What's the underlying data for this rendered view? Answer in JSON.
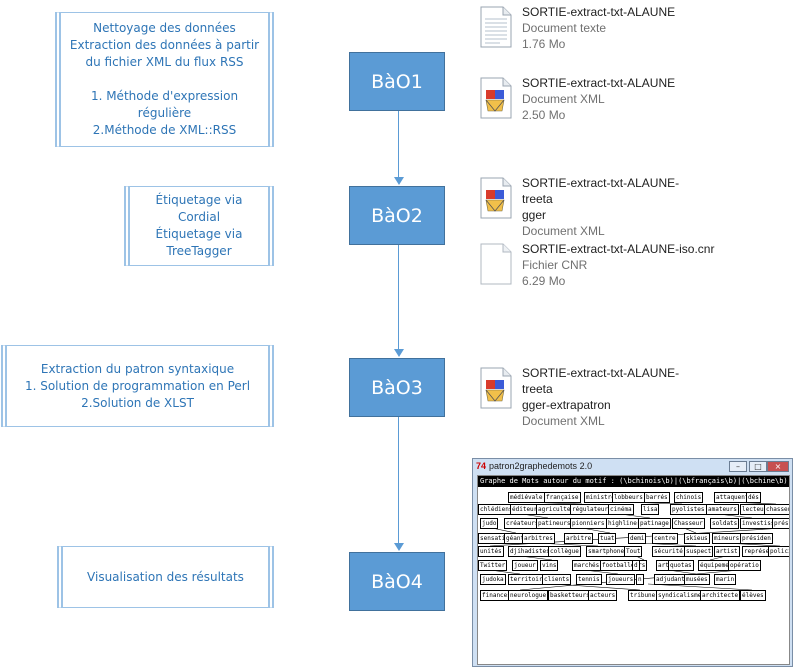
{
  "steps": [
    {
      "label": "BàO1",
      "lines": [
        "Nettoyage des données",
        "Extraction des données à partir",
        "du fichier XML du flux RSS",
        "",
        "1. Méthode d'expression",
        "régulière",
        "2.Méthode de XML::RSS"
      ]
    },
    {
      "label": "BàO2",
      "lines": [
        "Étiquetage via",
        "Cordial",
        "Étiquetage via",
        "TreeTagger"
      ]
    },
    {
      "label": "BàO3",
      "lines": [
        "Extraction du patron syntaxique",
        "1. Solution de programmation en Perl",
        "2.Solution de XLST"
      ]
    },
    {
      "label": "BàO4",
      "lines": [
        "Visualisation des résultats"
      ]
    }
  ],
  "files": [
    {
      "name": [
        "SORTIE-extract-txt-ALAUNE"
      ],
      "type": "Document texte",
      "size": "1.76 Mo",
      "icon": "text-document-icon"
    },
    {
      "name": [
        "SORTIE-extract-txt-ALAUNE"
      ],
      "type": "Document XML",
      "size": "2.50 Mo",
      "icon": "xml-document-icon"
    },
    {
      "name": [
        "SORTIE-extract-txt-ALAUNE-treeta",
        "gger"
      ],
      "type": "Document XML",
      "size": "",
      "icon": "xml-document-icon"
    },
    {
      "name": [
        "SORTIE-extract-txt-ALAUNE-iso.cnr"
      ],
      "type": "Fichier CNR",
      "size": "6.29 Mo",
      "icon": "blank-document-icon"
    },
    {
      "name": [
        "SORTIE-extract-txt-ALAUNE-treeta",
        "gger-extrapatron"
      ],
      "type": "Document XML",
      "size": "",
      "icon": "xml-document-icon"
    }
  ],
  "window": {
    "logo": "74",
    "title": "patron2graphedemots 2.0",
    "heading": "Graphe de Mots autour du motif : (\\bchinois\\b)|(\\bfrançais\\b)|(\\bchine\\b)|(\\bfrance\\b)",
    "nodes": [
      "médiévale",
      "française",
      "ministre",
      "lobbeurs",
      "barrés",
      "chinois",
      "attaquent",
      "dés",
      "chlédiens",
      "éditeurs",
      "agriculteurs",
      "régulateurs",
      "cinéma",
      "lisa",
      "pyolistes",
      "amateurs",
      "lecteurs",
      "chasseur",
      "judo",
      "créateurs",
      "patineurs",
      "pionniers",
      "highliners",
      "patinage",
      "Chasseur",
      "soldats",
      "investisseurs",
      "préside",
      "sensationel",
      "géant",
      "arbitres",
      "arbitre",
      "tuat",
      "demi",
      "centre",
      "skieus",
      "mineurs",
      "présiden",
      "unités",
      "djihadistes",
      "collègue",
      "smartphones",
      "Tout",
      "sécurité",
      "suspect",
      "artist",
      "représentants",
      "policier",
      "Twitter",
      "joueur",
      "vins",
      "marchés",
      "footballeurs",
      "d",
      "art",
      "quotas",
      "équipements",
      "opératio",
      "judoka",
      "territoire",
      "clients",
      "tennis",
      "joueurs",
      "n",
      "adjudant",
      "musées",
      "marin",
      "finances",
      "neurologue",
      "basketteurs",
      "acteurs",
      "tribune",
      "syndicalisme",
      "architecte",
      "élèves"
    ]
  }
}
